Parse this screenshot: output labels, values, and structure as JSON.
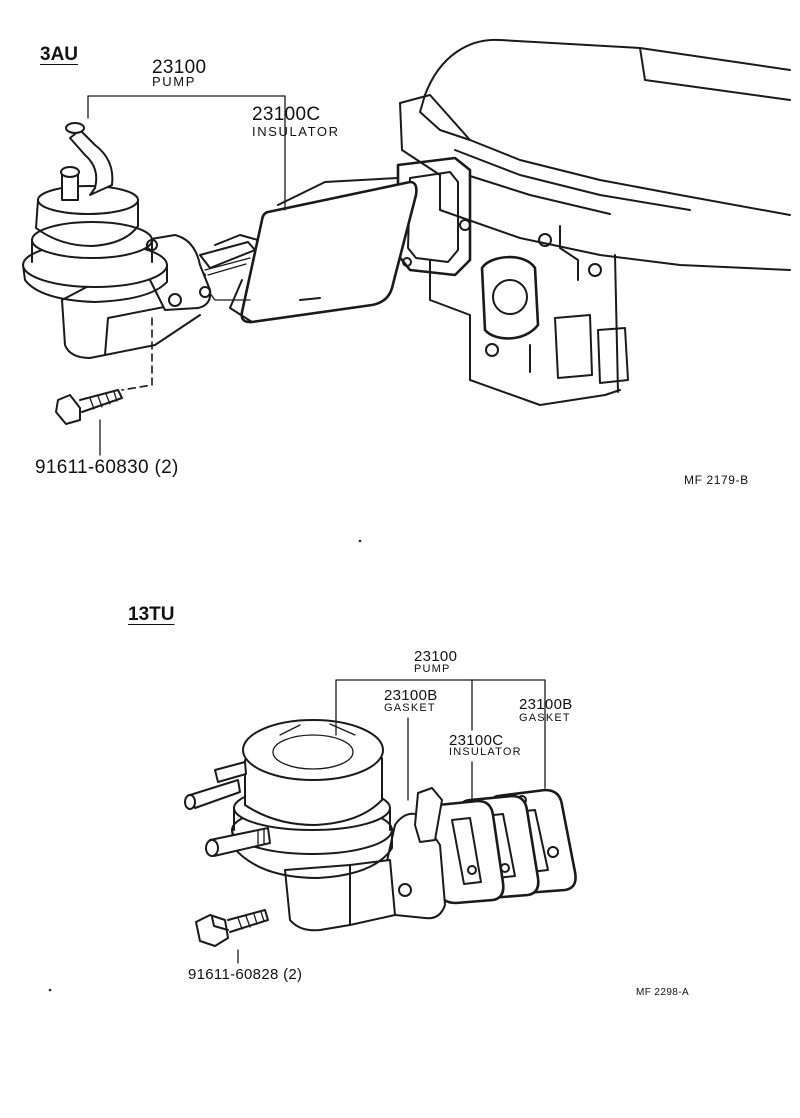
{
  "sections": [
    {
      "model": "3AU",
      "pump": {
        "part_no": "23100",
        "name": "PUMP"
      },
      "insulator": {
        "part_no": "23100C",
        "name": "INSULATOR"
      },
      "bolt": "91611-60830 (2)",
      "ref_code": "MF 2179-B"
    },
    {
      "model": "13TU",
      "pump": {
        "part_no": "23100",
        "name": "PUMP"
      },
      "gasket_inner": {
        "part_no": "23100B",
        "name": "GASKET"
      },
      "gasket_outer": {
        "part_no": "23100B",
        "name": "GASKET"
      },
      "insulator": {
        "part_no": "23100C",
        "name": "INSULATOR"
      },
      "bolt": "91611-60828 (2)",
      "ref_code": "MF 2298-A"
    }
  ]
}
